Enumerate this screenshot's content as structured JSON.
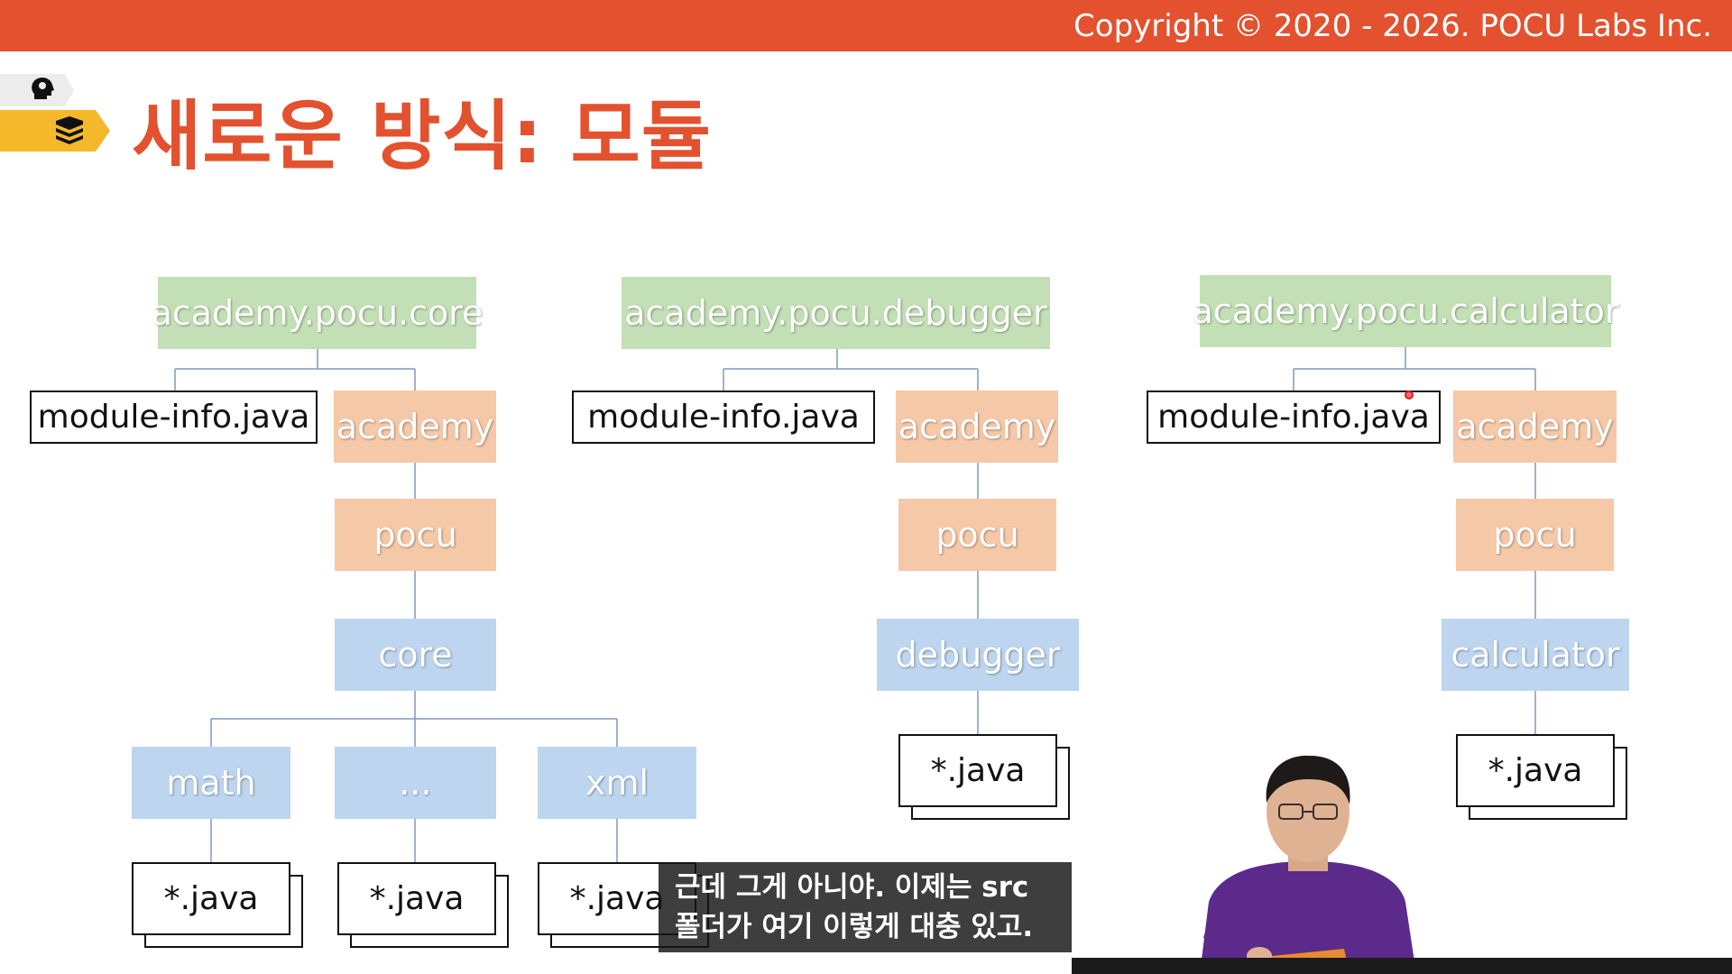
{
  "header": {
    "copyright": "Copyright © 2020 - 2026. POCU Labs Inc."
  },
  "slide": {
    "title": "새로운 방식: 모듈"
  },
  "colors": {
    "accent": "#E3512F",
    "module_box": "#C3DFB5",
    "package_box": "#F5C8A8",
    "subpackage_box": "#BDD5EE",
    "tab_yellow": "#F5B82A"
  },
  "icons": {
    "tab_top": "brain-head-icon",
    "tab_bottom": "book-stack-icon"
  },
  "diagram": {
    "core": {
      "module": "academy.pocu.core",
      "module_info": "module-info.java",
      "pkg1": "academy",
      "pkg2": "pocu",
      "pkg3": "core",
      "children": [
        "math",
        "...",
        "xml"
      ],
      "child_files": [
        "*.java",
        "*.java",
        "*.java"
      ]
    },
    "debugger": {
      "module": "academy.pocu.debugger",
      "module_info": "module-info.java",
      "pkg1": "academy",
      "pkg2": "pocu",
      "pkg3": "debugger",
      "file": "*.java"
    },
    "calculator": {
      "module": "academy.pocu.calculator",
      "module_info": "module-info.java",
      "pkg1": "academy",
      "pkg2": "pocu",
      "pkg3": "calculator",
      "file": "*.java"
    }
  },
  "subtitle": {
    "line1": "근데 그게 아니야. 이제는 src",
    "line2": "폴더가 여기 이렇게 대충 있고."
  }
}
